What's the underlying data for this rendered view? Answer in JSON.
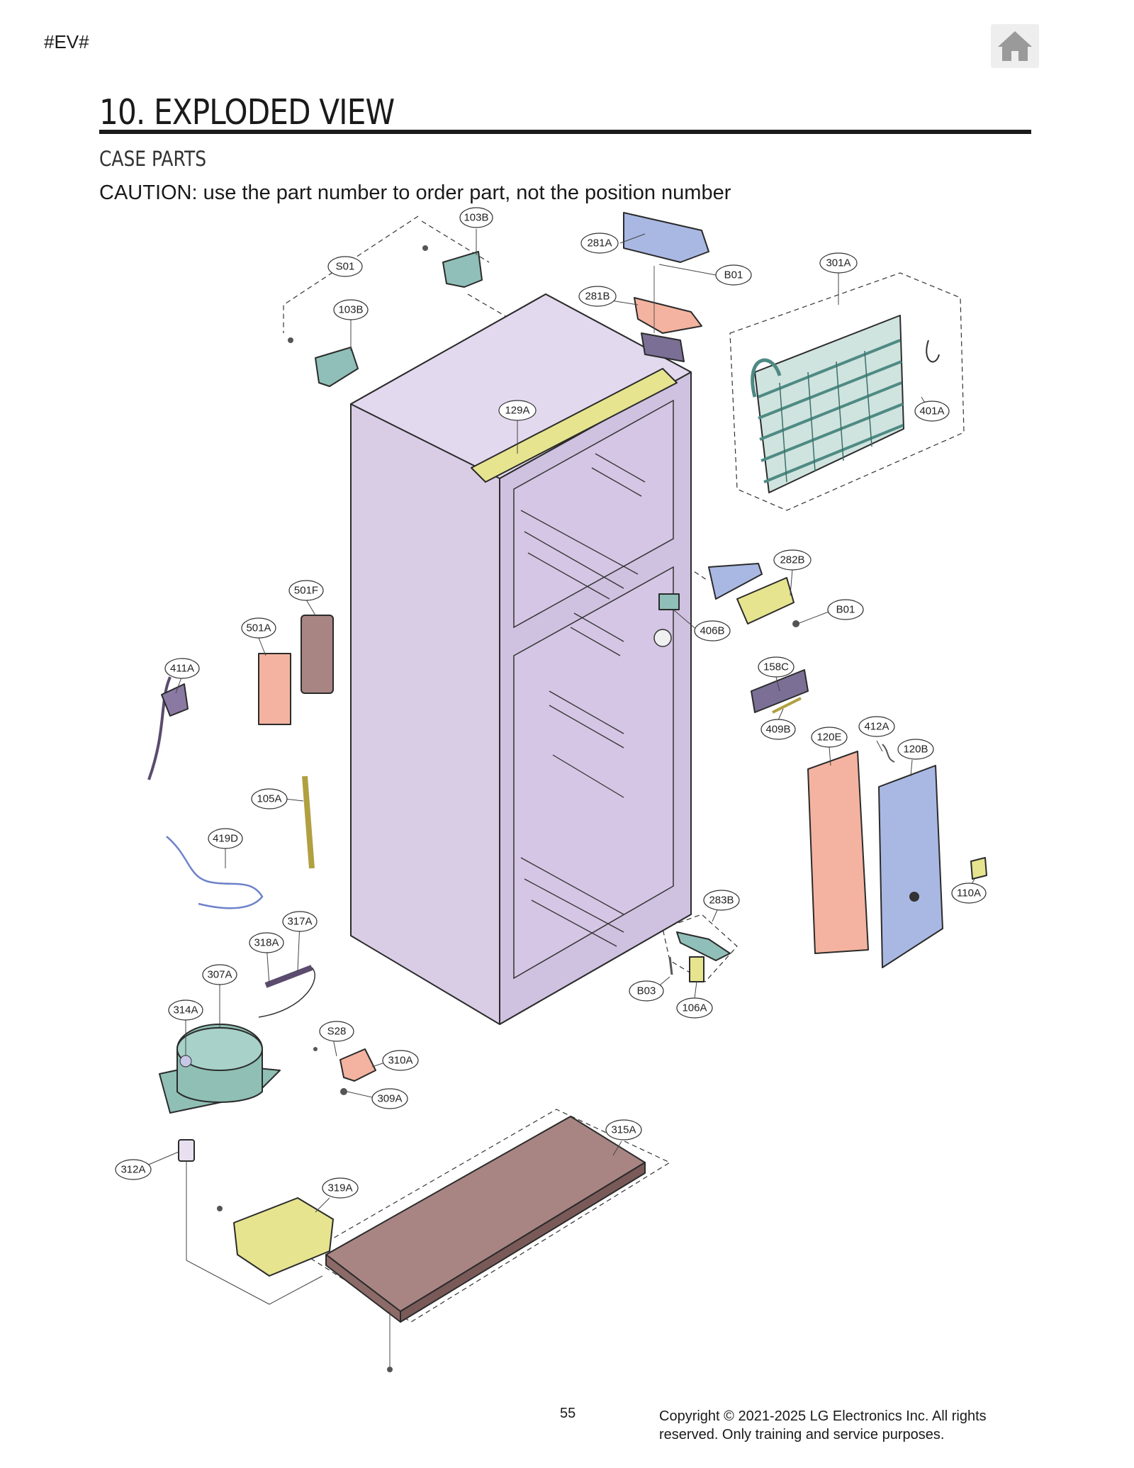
{
  "header": {
    "tag": "#EV#",
    "home_icon": "home-icon"
  },
  "title": "10. EXPLODED VIEW",
  "subtitle": "CASE PARTS",
  "caution": "CAUTION: use the part number to order part, not the position number",
  "callouts": {
    "c103B_top": "103B",
    "c281A": "281A",
    "cB01_top": "B01",
    "c301A": "301A",
    "cS01": "S01",
    "c103B_left": "103B",
    "c281B": "281B",
    "c401A": "401A",
    "c129A": "129A",
    "c282B": "282B",
    "cB01_mid": "B01",
    "c501F": "501F",
    "c501A": "501A",
    "c406B": "406B",
    "c411A": "411A",
    "c158C": "158C",
    "c409B": "409B",
    "c412A": "412A",
    "c120E": "120E",
    "c120B": "120B",
    "c105A": "105A",
    "c419D": "419D",
    "c110A": "110A",
    "c283B": "283B",
    "c317A": "317A",
    "c318A": "318A",
    "c307A": "307A",
    "cB03": "B03",
    "c106A": "106A",
    "c314A": "314A",
    "cS28": "S28",
    "c310A": "310A",
    "c309A": "309A",
    "c315A": "315A",
    "c312A": "312A",
    "c319A": "319A"
  },
  "footer": {
    "page_number": "55",
    "copyright": "Copyright © 2021-2025 LG Electronics Inc. All rights reserved. Only training and service purposes."
  },
  "colors": {
    "cabinet": "#d9cde6",
    "evaporator": "#8fbfb8",
    "cover_blue": "#a9b8e3",
    "hinge_salmon": "#f4b3a0",
    "yellow": "#e6e48f",
    "base_brown": "#a88583",
    "compressor": "#8fbfb5"
  }
}
